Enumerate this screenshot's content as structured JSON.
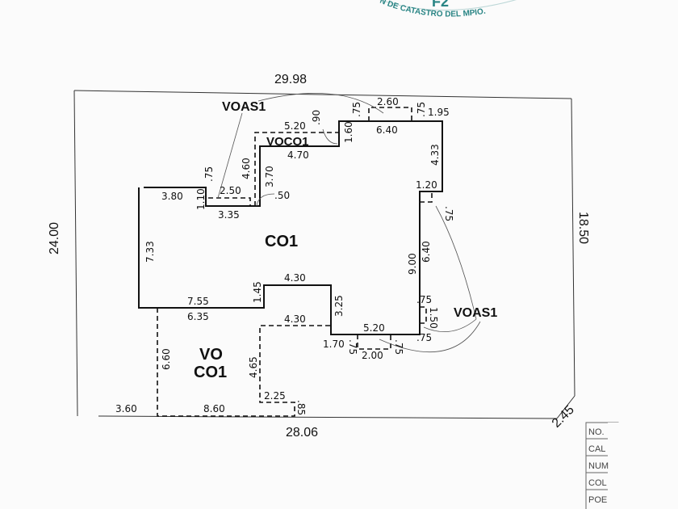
{
  "stamp": {
    "code": "F2",
    "text": "N DE CATASTRO DEL MPIO.",
    "color": "#2a8585"
  },
  "lot": {
    "top": "29.98",
    "right": "18.50",
    "bottom": "28.06",
    "left": "24.00",
    "corner": "2.45"
  },
  "zones": {
    "voas1_top": "VOAS1",
    "voas1_right": "VOAS1",
    "voco1": "VOCO1",
    "co1": "CO1",
    "vo_line1": "VO",
    "vo_line2": "CO1"
  },
  "dims": [
    "3.80",
    "1.10",
    ".75",
    "2.50",
    "3.35",
    "4.60",
    "3.70",
    ".50",
    "5.20",
    ".90",
    "4.70",
    "1.60",
    ".75",
    "2.60",
    ".75",
    "1.95",
    "6.40",
    "4.33",
    "1.20",
    ".75",
    "9.00",
    "6.40",
    "7.33",
    "7.55",
    "6.35",
    "1.45",
    "4.30",
    "3.25",
    "4.30",
    "5.20",
    "1.70",
    ".75",
    "2.00",
    ".75",
    ".75",
    "1.50",
    ".75",
    "4.65",
    "2.25",
    ".85",
    "3.60",
    "8.60",
    "6.60"
  ],
  "title_block": [
    "NO.",
    "CAL",
    "NUM",
    "COL",
    "POE"
  ]
}
